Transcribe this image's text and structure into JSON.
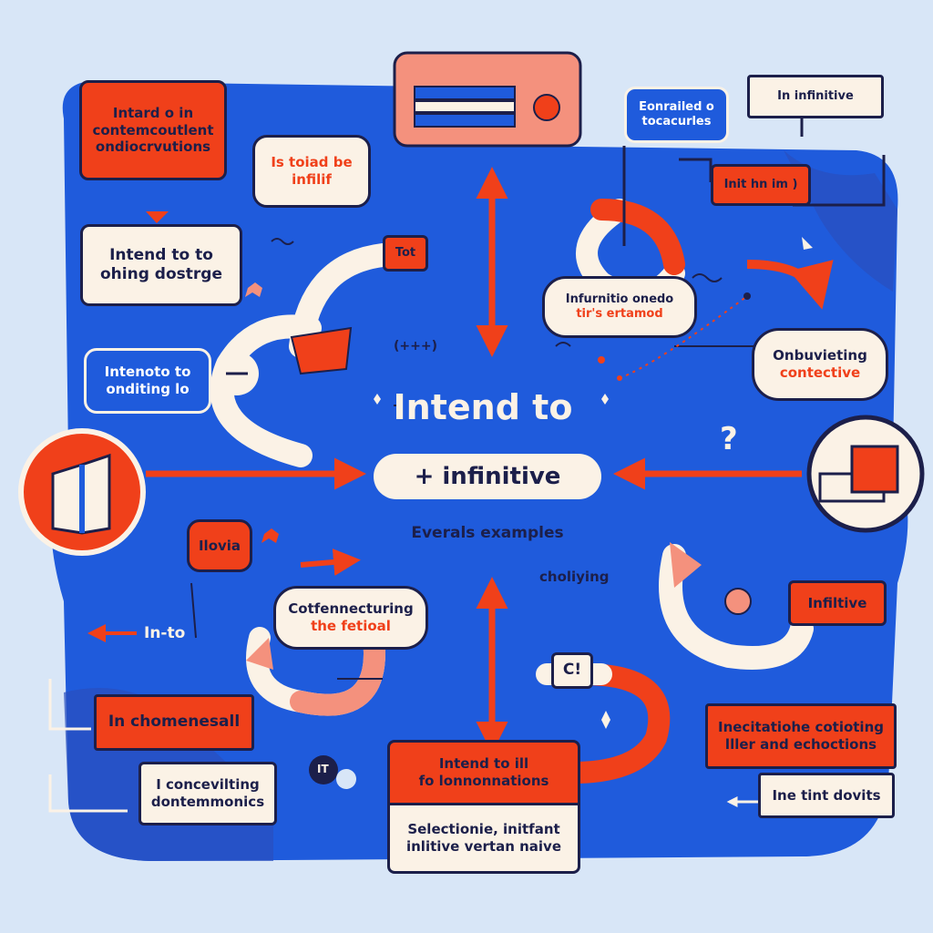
{
  "center": {
    "title": "Intend to",
    "subtitle": "+ infinitive",
    "caption": "Everals examples",
    "deco_plus": "(+++)"
  },
  "boxes": {
    "top_left": {
      "line1": "Intard o in",
      "line2": "contemcoutlent",
      "line3": "ondiocrvutions"
    },
    "is_toiad": {
      "line1": "Is toiad be",
      "line2": "infilif"
    },
    "intend_to_ohing": {
      "line1": "Intend to to",
      "line2": "ohing dostrge"
    },
    "tot": "Tot",
    "intenoto": {
      "line1": "Intenoto to",
      "line2": "onditing lo"
    },
    "top_blue": {
      "line1": "Eonrailed o",
      "line2": "tocacurles"
    },
    "top_right": "In infinitive",
    "init_hm": "Init hn im )",
    "infurmitio": {
      "line1": "Infurnitio onedo",
      "line2": "tir's ertamod"
    },
    "onbuvieting": {
      "line1": "Onbuvieting",
      "line2": "contective"
    },
    "ilovia": "Ilovia",
    "cotfennecturing": {
      "line1": "Cotfennecturing",
      "line2": "the fetioal"
    },
    "choliying": "choliying",
    "infiltive": "Infiltive",
    "in_to": "In-to",
    "c_mark": "C!",
    "in_chomenesall": "In chomenesall",
    "i_conceviting": {
      "line1": "I concevilting",
      "line2": "dontemmonics"
    },
    "intend_to_ill": {
      "line1": "Intend to ill",
      "line2": "fo lonnonnations"
    },
    "selectionie": {
      "line1": "Selectionie, initfant",
      "line2": "inlitive vertan naive"
    },
    "inecitatiohe": {
      "line1": "Inecitatiohe cotioting",
      "line2": "lller and echoctions"
    },
    "ine_tint": "Ine tint dovits",
    "it_bubble": "IT",
    "question": "?"
  },
  "colors": {
    "background": "#d8e6f7",
    "blue_panel": "#1f5bdc",
    "accent_red": "#f0401a",
    "cream": "#fbf2e6",
    "navy": "#1c1f4a",
    "salmon": "#f4917d"
  }
}
